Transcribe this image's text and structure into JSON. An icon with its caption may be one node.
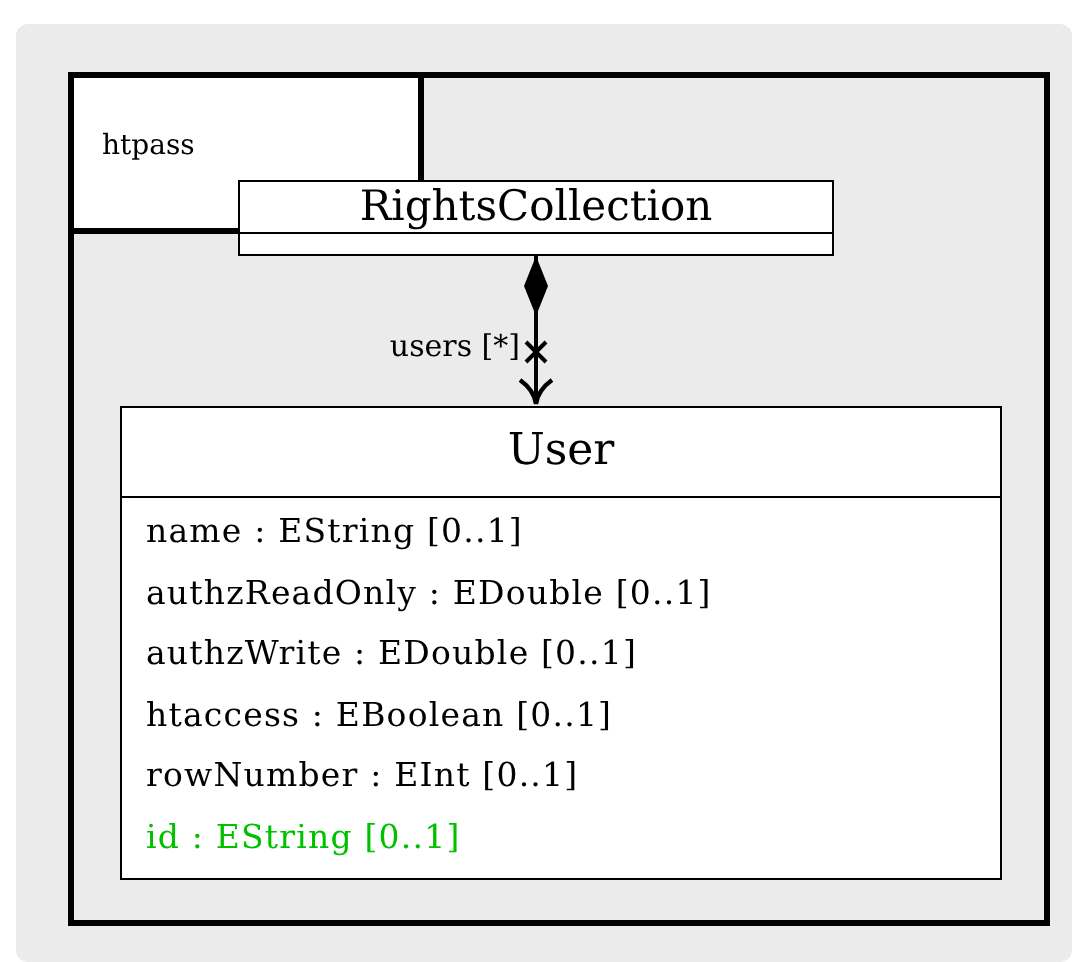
{
  "diagram": {
    "nodes": [
      {
        "text": [
          "htpass"
        ]
      },
      {
        "text": [
          "RightsCollection"
        ],
        "in": 0
      },
      {
        "text": [
          "User",
          "name : EString [0..1]",
          "authzReadOnly : EDouble [0..1]",
          "authzWrite : EDouble [0..1]",
          "htaccess : EBoolean [0..1]",
          "rowNumber : EInt [0..1]",
          "id : EString [0..1]"
        ],
        "in": 0
      }
    ],
    "edges": [
      {
        "from": 1,
        "to": 2,
        "arrow": "to",
        "label": "users [*]"
      }
    ]
  }
}
